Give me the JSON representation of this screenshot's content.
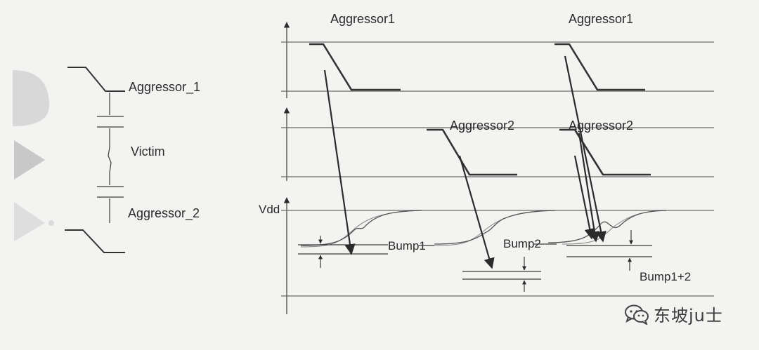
{
  "labels": {
    "aggressor_1": "Aggressor_1",
    "victim": "Victim",
    "aggressor_2": "Aggressor_2",
    "top_aggressor1_a": "Aggressor1",
    "top_aggressor1_b": "Aggressor1",
    "mid_aggressor2_a": "Aggressor2",
    "mid_aggressor2_b": "Aggressor2",
    "vdd": "Vdd",
    "bump1": "Bump1",
    "bump2": "Bump2",
    "bump12": "Bump1+2"
  },
  "watermark": {
    "text": "东坡ju士",
    "icon": "wechat-icon"
  },
  "colors": {
    "background": "#f3f3f1",
    "ink": "#2a2a2a",
    "faded_shapes": "#c9c9c9"
  }
}
